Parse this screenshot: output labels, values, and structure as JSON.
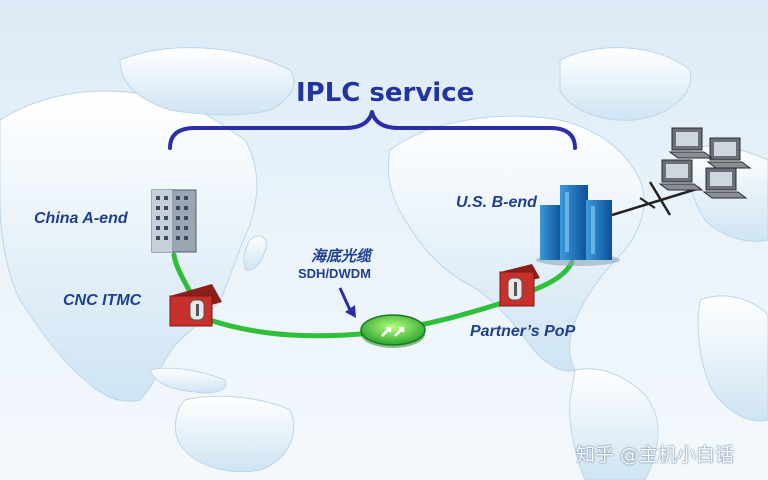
{
  "title": "IPLC service",
  "labels": {
    "a_end": "China A-end",
    "itmc": "CNC ITMC",
    "b_end": "U.S. B-end",
    "pop": "Partner’s PoP",
    "cable_cn": "海底光缆",
    "cable": "SDH/DWDM"
  },
  "watermark": "知乎 @主机小白话",
  "colors": {
    "link": "#2fbf3a",
    "brace": "#2a2ea8",
    "label": "#1f3f8f",
    "firewall": "#c9302c"
  }
}
